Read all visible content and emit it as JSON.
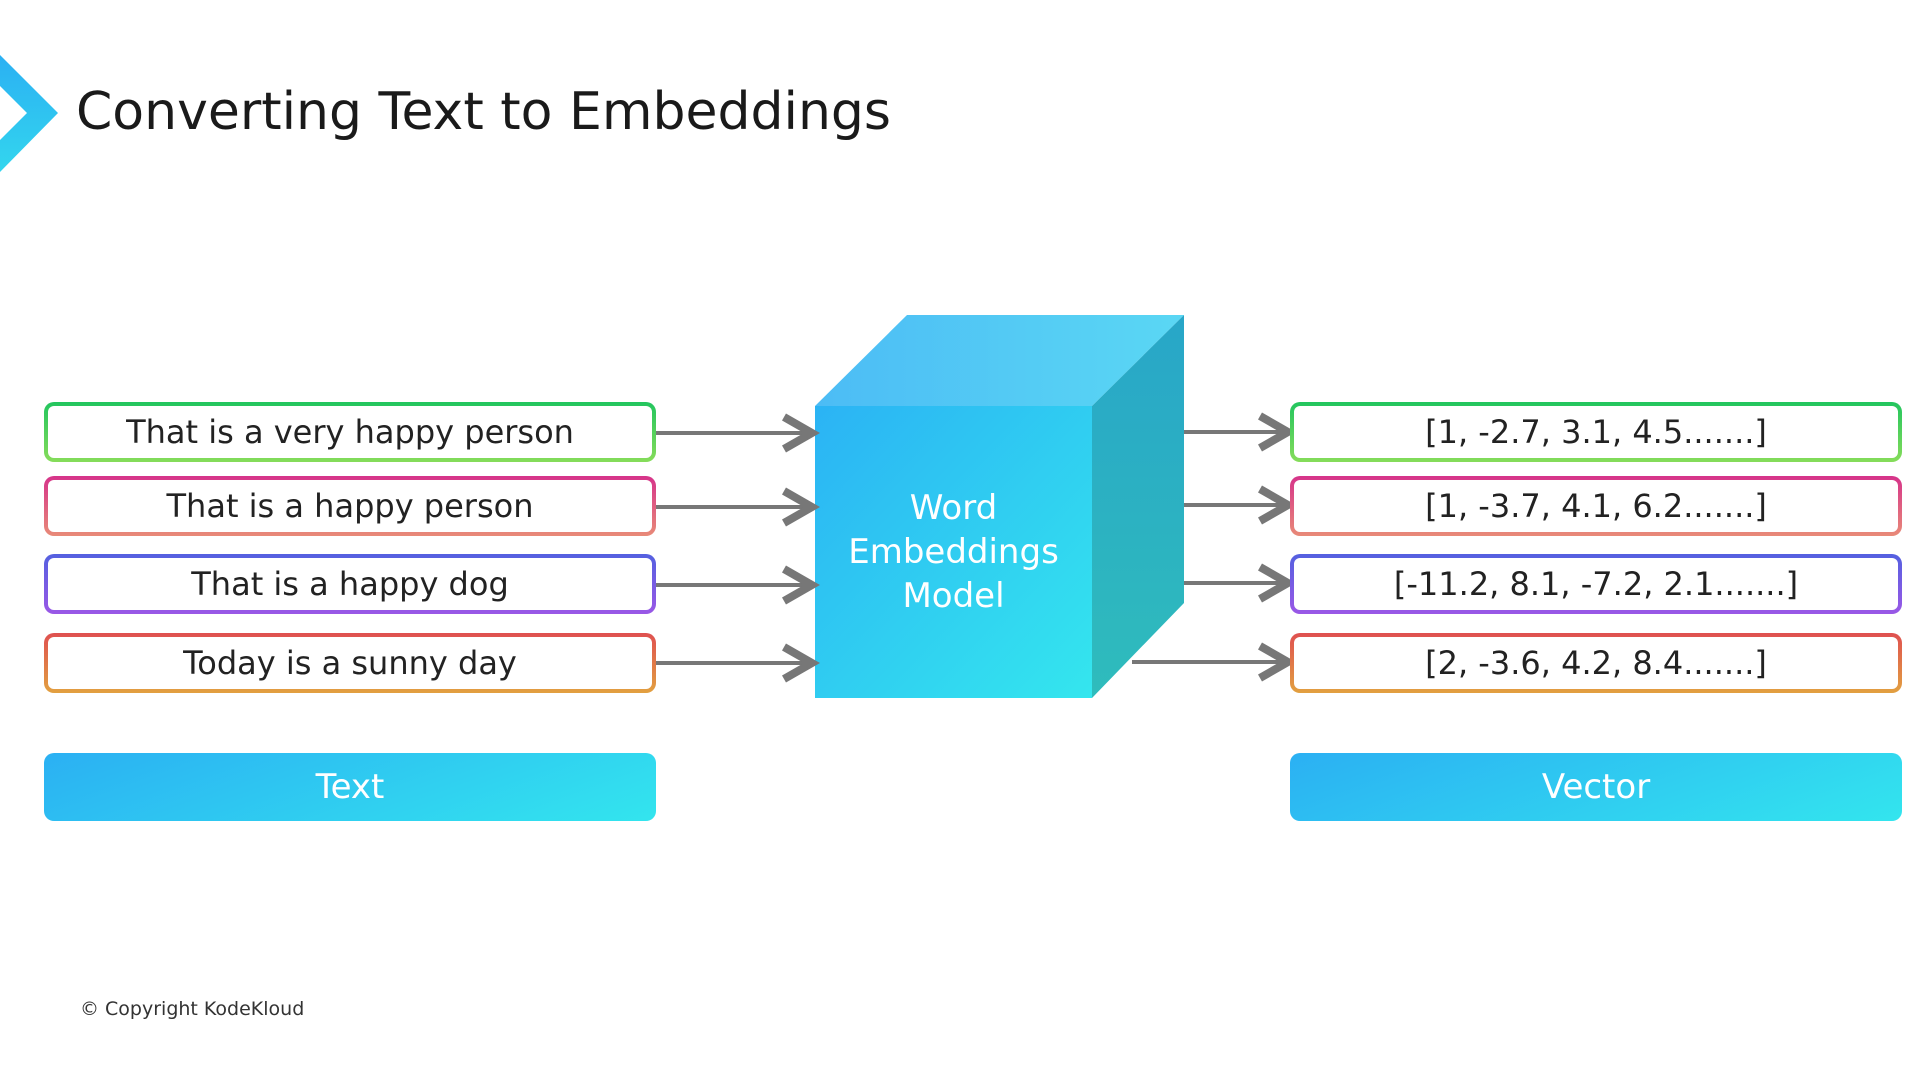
{
  "title": "Converting Text to Embeddings",
  "inputs": [
    {
      "text": "That is a very happy person",
      "color": "#22c55e"
    },
    {
      "text": "That is a happy person",
      "color": "#d6338a"
    },
    {
      "text": "That is a happy dog",
      "color": "#5460e0"
    },
    {
      "text": "Today is a sunny day",
      "color": "#df5050"
    }
  ],
  "model": {
    "line1": "Word",
    "line2": "Embeddings",
    "line3": "Model"
  },
  "outputs": [
    {
      "text": "[1, -2.7, 3.1, 4.5.......]"
    },
    {
      "text": "[1, -3.7, 4.1, 6.2.......]"
    },
    {
      "text": "[-11.2, 8.1, -7.2, 2.1.......]"
    },
    {
      "text": "[2, -3.6, 4.2, 8.4.......]"
    }
  ],
  "labels": {
    "text": "Text",
    "vector": "Vector"
  },
  "footer": "© Copyright KodeKloud"
}
